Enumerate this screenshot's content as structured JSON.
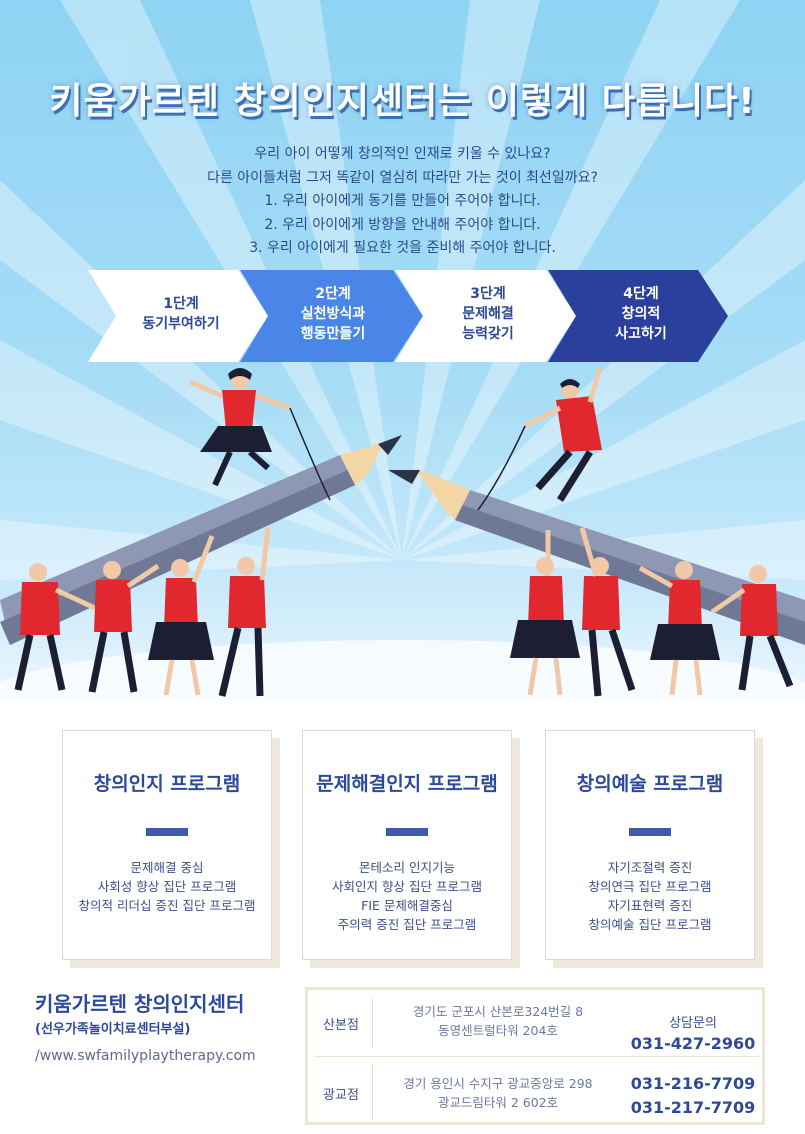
{
  "header": {
    "title": "키움가르텐 창의인지센터는 이렇게 다릅니다!",
    "intro_lines": [
      "우리 아이 어떻게 창의적인 인재로 키울 수 있나요?",
      "다른 아이들처럼 그저 똑같이 열심히 따라만 가는 것이 최선일까요?",
      "1. 우리 아이에게 동기를 만들어 주어야 합니다.",
      "2. 우리 아이에게 방향을 안내해 주어야 합니다.",
      "3. 우리 아이에게 필요한 것을 준비해 주어야 합니다."
    ]
  },
  "stages": [
    {
      "line1": "1단계",
      "line2": "동기부여하기",
      "line3": "",
      "fill": "#ffffff",
      "text_color": "#2d4a9a"
    },
    {
      "line1": "2단계",
      "line2": "실천방식과",
      "line3": "행동만들기",
      "fill": "#4a86e8",
      "text_color": "#ffffff"
    },
    {
      "line1": "3단계",
      "line2": "문제해결",
      "line3": "능력갖기",
      "fill": "#ffffff",
      "text_color": "#2d4a9a"
    },
    {
      "line1": "4단계",
      "line2": "창의적",
      "line3": "사고하기",
      "fill": "#2b3f9c",
      "text_color": "#ffffff"
    }
  ],
  "programs": [
    {
      "title": "창의인지 프로그램",
      "items": [
        "문제해결 중심",
        "사회성 향상 집단 프로그램",
        "창의적 리더십 증진 집단 프로그램"
      ]
    },
    {
      "title": "문제해결인지 프로그램",
      "items": [
        "몬테소리 인지기능",
        "사회인지 향상 집단 프로그램",
        "FIE 문제해결중심",
        "주의력 증진 집단 프로그램"
      ]
    },
    {
      "title": "창의예술 프로그램",
      "items": [
        "자기조절력 증진",
        "창의연극 집단 프로그램",
        "자기표현력 증진",
        "창의예술 집단 프로그램"
      ]
    }
  ],
  "footer": {
    "org_name": "키움가르텐 창의인지센터",
    "org_sub": "(선우가족놀이치료센터부설)",
    "url": "/www.swfamilyplaytherapy.com",
    "branches": [
      {
        "name": "산본점",
        "addr1": "경기도 군포시 산본로324번길 8",
        "addr2": "동영센트럴타워 204호"
      },
      {
        "name": "광교점",
        "addr1": "경기 용인시 수지구 광교중앙로 298",
        "addr2": "광교드림타워 2 602호"
      }
    ],
    "phone_label": "상담문의",
    "phones": [
      "031-427-2960",
      "031-216-7709",
      "031-217-7709"
    ]
  },
  "colors": {
    "brand_navy": "#2d4a9a",
    "accent_blue": "#4a86e8",
    "sky": "#a7ddf6",
    "shirt_red": "#e0282e"
  }
}
